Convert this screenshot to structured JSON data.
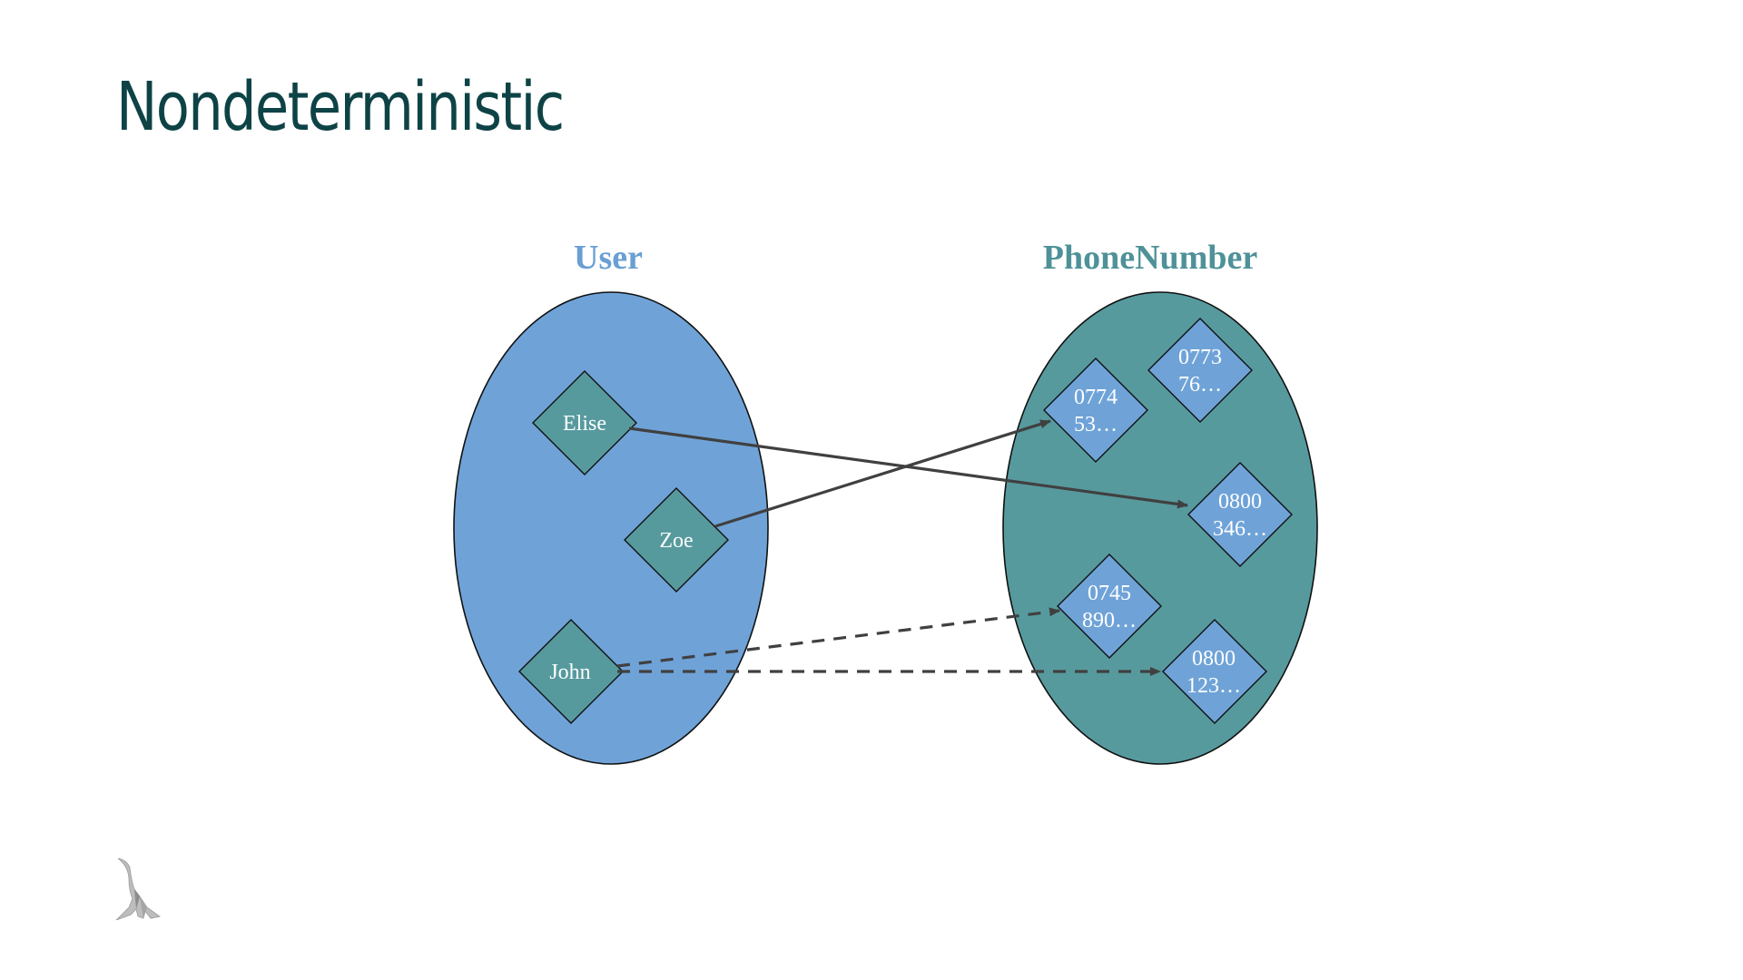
{
  "title": "Nondeterministic",
  "colors": {
    "title": "#0e4346",
    "user_set": "#6fa3d8",
    "phone_set": "#579a9e",
    "user_label": "#6a9fd3",
    "phone_label": "#4f9198",
    "edge": "#404040",
    "outline": "#111111"
  },
  "sets": {
    "user": {
      "label": "User",
      "nodes": [
        {
          "id": "elise",
          "text": "Elise"
        },
        {
          "id": "zoe",
          "text": "Zoe"
        },
        {
          "id": "john",
          "text": "John"
        }
      ]
    },
    "phone": {
      "label": "PhoneNumber",
      "nodes": [
        {
          "id": "p0773",
          "line1": "0773",
          "line2": "76…"
        },
        {
          "id": "p0774",
          "line1": "0774",
          "line2": "53…"
        },
        {
          "id": "p0800a",
          "line1": "0800",
          "line2": "346…"
        },
        {
          "id": "p0745",
          "line1": "0745",
          "line2": "890…"
        },
        {
          "id": "p0800b",
          "line1": "0800",
          "line2": "123…"
        }
      ]
    }
  },
  "edges": [
    {
      "from": "elise",
      "to": "p0800a",
      "style": "solid"
    },
    {
      "from": "zoe",
      "to": "p0774",
      "style": "solid"
    },
    {
      "from": "john",
      "to": "p0745",
      "style": "dashed"
    },
    {
      "from": "john",
      "to": "p0800b",
      "style": "dashed"
    }
  ],
  "logo": {
    "icon": "stork-logo-icon"
  }
}
